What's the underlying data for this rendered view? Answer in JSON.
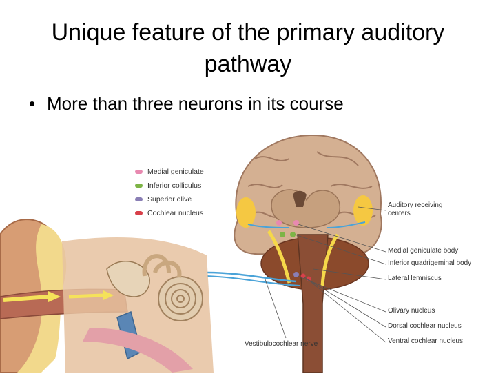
{
  "slide": {
    "title_line1": "Unique feature of the primary auditory",
    "title_line2": "pathway",
    "bullets": [
      "More than three neurons in its course"
    ]
  },
  "figure": {
    "legend": [
      {
        "label": "Medial geniculate",
        "color": "#e889b0"
      },
      {
        "label": "Inferior colliculus",
        "color": "#7db446"
      },
      {
        "label": "Superior olive",
        "color": "#8a7fb5"
      },
      {
        "label": "Cochlear nucleus",
        "color": "#d8404a"
      }
    ],
    "labels": {
      "auditory_line1": "Auditory receiving",
      "auditory_line2": "centers",
      "medial_geniculate_body": "Medial geniculate body",
      "inferior_quadrigeminal_body": "Inferior quadrigeminal body",
      "lateral_lemniscus": "Lateral lemniscus",
      "olivary_nucleus": "Olivary nucleus",
      "dorsal_cochlear_nucleus": "Dorsal cochlear nucleus",
      "ventral_cochlear_nucleus": "Ventral cochlear nucleus",
      "vestibulocochlear_nerve": "Vestibulocochlear nerve"
    }
  }
}
